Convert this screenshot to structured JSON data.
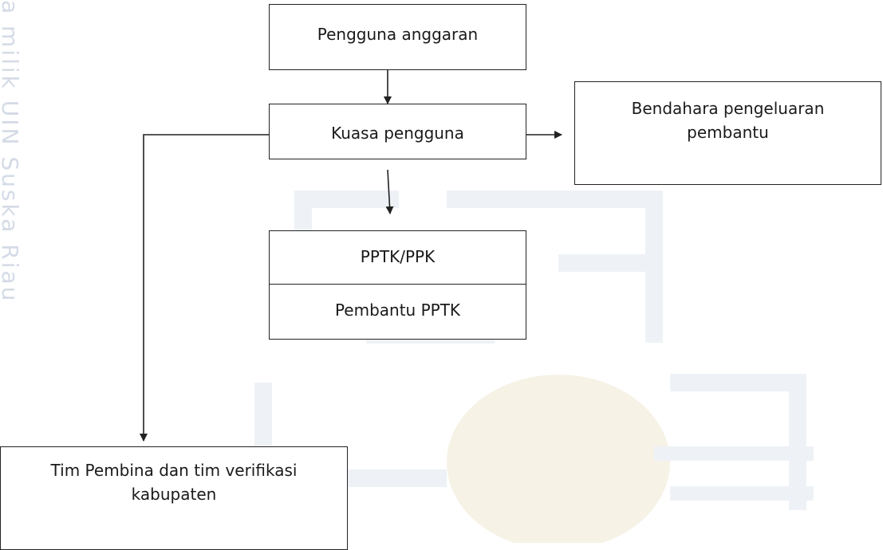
{
  "watermark": {
    "side_text": "a milik UIN Suska Riau"
  },
  "nodes": {
    "pengguna": "Pengguna  anggaran",
    "kuasa": "Kuasa pengguna",
    "bendahara": [
      "Bendahara pengeluaran",
      "pembantu"
    ],
    "pptk": "PPTK/PPK",
    "pembantu_pptk": "Pembantu PPTK",
    "tim": [
      "Tim Pembina dan tim verifikasi",
      "kabupaten"
    ]
  },
  "colors": {
    "line": "#222222",
    "watermark": "#e2e8f0",
    "watermark_text": "#d4dbe6"
  }
}
